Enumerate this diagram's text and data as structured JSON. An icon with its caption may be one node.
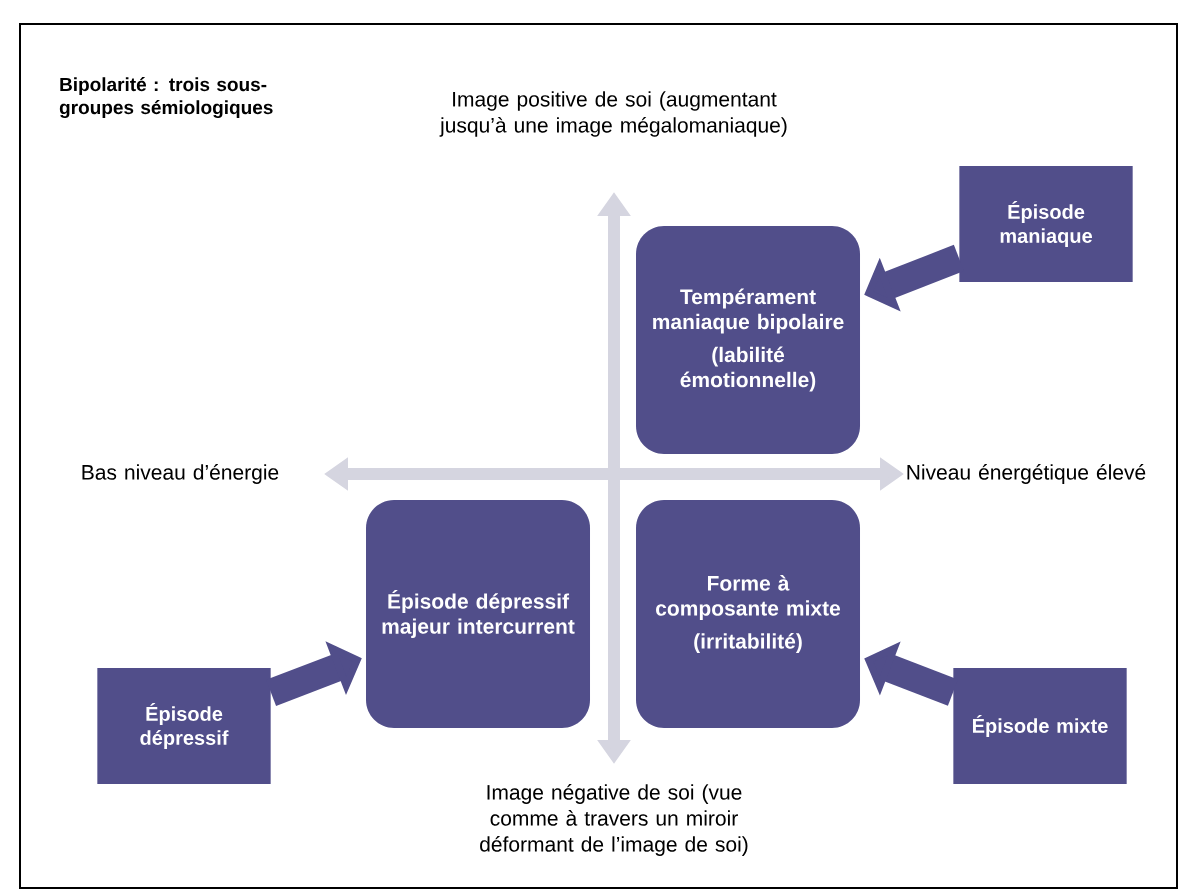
{
  "diagram": {
    "title": "Bipolarité : trois sous-groupes sémiologiques",
    "nodes": [
      {
        "text": [
          "Tempérament maniaque bipolaire",
          "(labilité émotionnelle)"
        ]
      },
      {
        "text": [
          "Épisode dépressif majeur intercurrent"
        ]
      },
      {
        "text": [
          "Forme à composante mixte",
          "(irritabilité)"
        ]
      },
      {
        "text": [
          "Épisode maniaque"
        ]
      },
      {
        "text": [
          "Épisode dépressif"
        ]
      },
      {
        "text": [
          "Épisode mixte"
        ]
      }
    ],
    "edges": [
      {
        "from": 3,
        "to": 0,
        "arrow": "to"
      },
      {
        "from": 4,
        "to": 1,
        "arrow": "to"
      },
      {
        "from": 5,
        "to": 2,
        "arrow": "to"
      }
    ],
    "labels": [
      "Image positive de soi (augmentant jusqu’à une image mégalomaniaque)",
      "Bas niveau d’énergie",
      "Niveau énergétique élevé",
      "Image négative de soi (vue comme à travers un miroir déformant de l’image de soi)"
    ]
  }
}
